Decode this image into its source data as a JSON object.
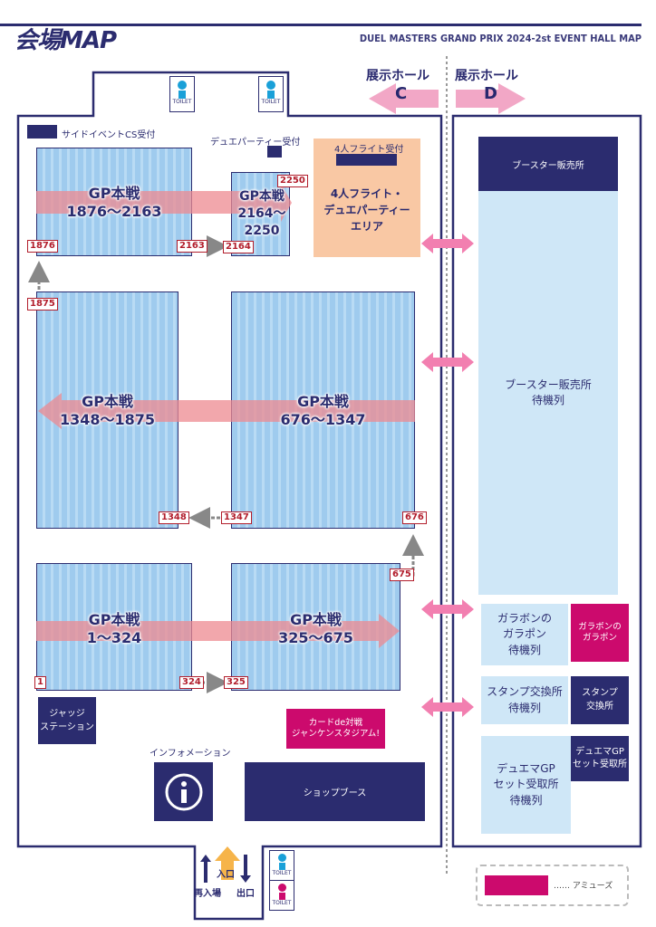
{
  "header": {
    "title": "会場MAP",
    "event_title": "DUEL MASTERS GRAND PRIX 2024-2st EVENT HALL MAP"
  },
  "halls": {
    "hall_c": "展示ホール",
    "hall_c_letter": "C",
    "hall_d": "展示ホール",
    "hall_d_letter": "D"
  },
  "toilet": "TOILET",
  "areas": {
    "side_event": "サイドイベントCS受付",
    "duepa_reception": "デュエパーティー受付",
    "four_flight_reception": "4人フライト受付",
    "four_flight_area": "4人フライト・\nデュエパーティー\nエリア",
    "booster_sales": "ブースター販売所",
    "booster_queue": "ブースター販売所\n待機列",
    "garabon_queue": "ガラボンの\nガラポン\n待機列",
    "garabon": "ガラボンの\nガラポン",
    "stamp_queue": "スタンプ交換所\n待機列",
    "stamp": "スタンプ\n交換所",
    "set_queue": "デュエマGP\nセット受取所\n待機列",
    "set_pickup": "デュエマGP\nセット受取所",
    "judge": "ジャッジ\nステーション",
    "card_janken": "カードde対戦\nジャンケンスタジアム!",
    "info_label": "インフォメーション",
    "shop": "ショップブース",
    "entrance": "入口",
    "reentry": "再入場",
    "exit": "出口",
    "legend": "…… アミューズ"
  },
  "blocks": {
    "b1": "GP本戦\n1876〜2163",
    "b2": "GP本戦\n2164〜\n2250",
    "b3": "GP本戦\n1348〜1875",
    "b4": "GP本戦\n676〜1347",
    "b5": "GP本戦\n1〜324",
    "b6": "GP本戦\n325〜675"
  },
  "seats": {
    "s2250": "2250",
    "s1876": "1876",
    "s2163": "2163",
    "s2164": "2164",
    "s1875": "1875",
    "s1348": "1348",
    "s1347": "1347",
    "s676": "676",
    "s675": "675",
    "s1": "1",
    "s324": "324",
    "s325": "325"
  },
  "colors": {
    "navy": "#2b2c6f",
    "block": "#9fcbee",
    "queue": "#cfe7f7",
    "amuse": "#cc0a6d",
    "flight_area": "#f9c8a4",
    "flow_arrow": "#f0a0a6"
  }
}
